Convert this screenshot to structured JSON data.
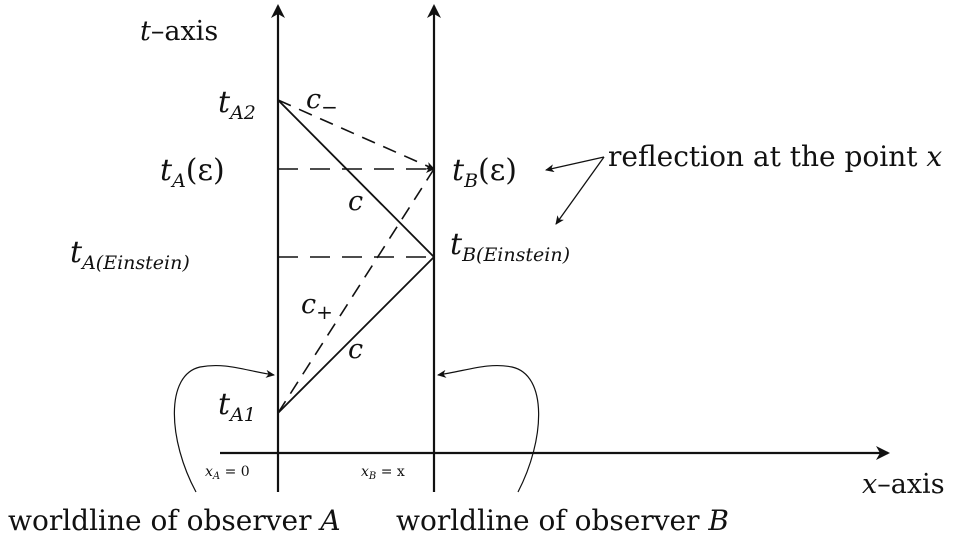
{
  "axes": {
    "t_axis": {
      "var": "t",
      "rest": "–axis"
    },
    "x_axis": {
      "var": "x",
      "rest": "–axis"
    }
  },
  "ticks": {
    "xA": {
      "var": "x",
      "sub": "A",
      "rest": " = 0"
    },
    "xB": {
      "var": "x",
      "sub": "B",
      "rest": " = x"
    }
  },
  "time_labels": {
    "tA2": {
      "var": "t",
      "sub": "A2"
    },
    "tA_eps": {
      "var": "t",
      "sub": "A",
      "rest": "(ε)"
    },
    "tA_ein": {
      "var": "t",
      "sub": "A(Einstein)"
    },
    "tA1": {
      "var": "t",
      "sub": "A1"
    },
    "tB_eps": {
      "var": "t",
      "sub": "B",
      "rest": "(ε)"
    },
    "tB_ein": {
      "var": "t",
      "sub": "B(Einstein)"
    }
  },
  "speeds": {
    "c_minus": {
      "var": "c",
      "sub": "−"
    },
    "c_plus": {
      "var": "c",
      "sub": "+"
    },
    "c_upper": {
      "var": "c"
    },
    "c_lower": {
      "var": "c"
    }
  },
  "annotation": {
    "text": "reflection at the point ",
    "var": "x"
  },
  "worldlines": {
    "A": {
      "text": "worldline of observer ",
      "var": "A"
    },
    "B": {
      "text": "worldline of observer ",
      "var": "B"
    }
  },
  "colors": {
    "ink": "#111111",
    "background": "#ffffff"
  }
}
